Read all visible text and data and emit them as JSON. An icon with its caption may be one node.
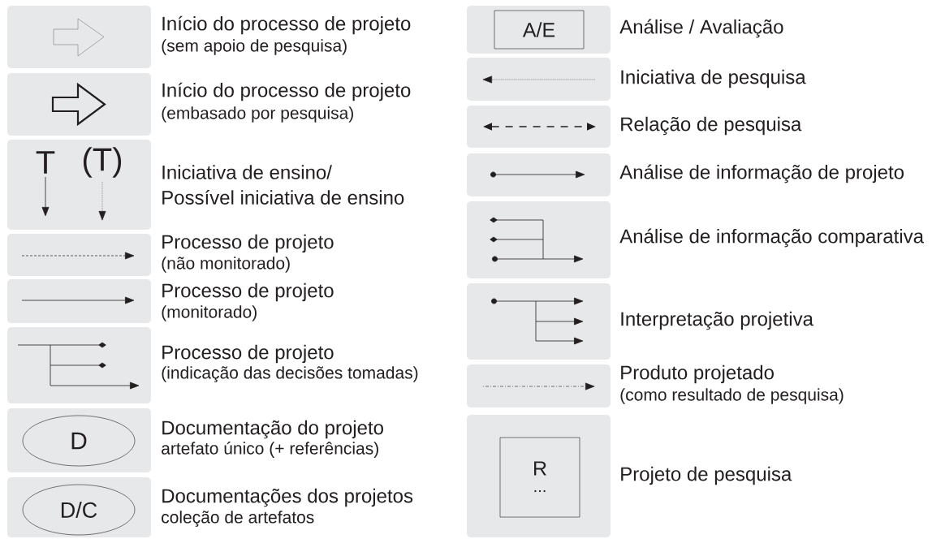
{
  "diagram": {
    "nodes": [
      {
        "text": [
          "A/E"
        ]
      },
      {
        "text": [
          "D"
        ]
      },
      {
        "text": [
          "D/C"
        ]
      },
      {
        "text": [
          "R",
          "..."
        ]
      }
    ],
    "labels": [
      "(sem apoio de pesquisa)",
      "(embasado por pesquisa)",
      "T",
      "(T)",
      "(não monitorado)",
      "(monitorado)",
      "(indicação das decisões tomadas)",
      "artefato único (+ referências)",
      "coleção de artefatos",
      "(como resultado de pesquisa)"
    ],
    "legend": [
      {
        "text": "Início do processo de projeto"
      },
      {
        "text": "Início do processo de projeto"
      },
      {
        "text": "Iniciativa de ensino/"
      },
      {
        "text": "Possível iniciativa de ensino"
      },
      {
        "text": "Processo de projeto"
      },
      {
        "text": "Processo de projeto"
      },
      {
        "text": "Processo de projeto"
      },
      {
        "text": "Documentação do projeto"
      },
      {
        "text": "Documentações dos projetos"
      },
      {
        "text": "Análise / Avaliação"
      },
      {
        "text": "Iniciativa de pesquisa"
      },
      {
        "text": "Relação de pesquisa"
      },
      {
        "text": "Análise de informação de projeto"
      },
      {
        "text": "Análise de informação comparativa"
      },
      {
        "text": "Interpretação projetiva"
      },
      {
        "text": "Produto projetado"
      },
      {
        "text": "Projeto de pesquisa"
      }
    ]
  }
}
